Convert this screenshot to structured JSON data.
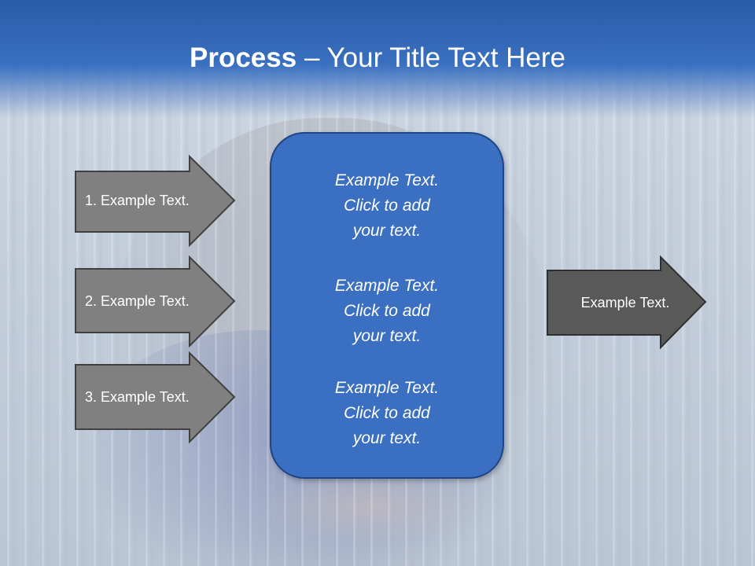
{
  "title": {
    "bold": "Process",
    "rest": " – Your Title Text Here"
  },
  "left_arrows": [
    {
      "label": "1. Example Text."
    },
    {
      "label": "2. Example Text."
    },
    {
      "label": "3. Example Text."
    }
  ],
  "center_box": {
    "paragraphs": [
      {
        "line1": "Example Text.",
        "line2": "Click  to add",
        "line3": "your text."
      },
      {
        "line1": "Example Text.",
        "line2": "Click  to add",
        "line3": "your text."
      },
      {
        "line1": "Example Text.",
        "line2": "Click  to add",
        "line3": "your text."
      }
    ]
  },
  "right_arrow": {
    "label": "Example Text."
  },
  "colors": {
    "header_blue": "#2a5ba8",
    "box_blue": "#3a6fc2",
    "arrow_gray": "#808080",
    "arrow_dark_gray": "#595959"
  }
}
